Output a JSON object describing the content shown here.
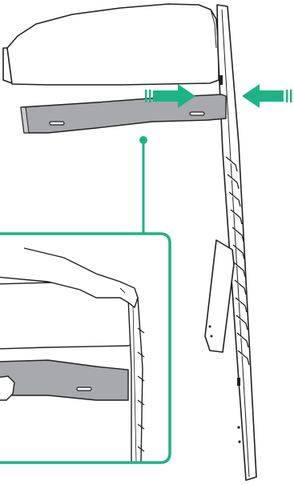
{
  "colors": {
    "accent": "#1db386",
    "outline": "#231f20",
    "part_fill": "#a7a9ac",
    "part_fill_light": "#c9cacc",
    "background": "#ffffff"
  },
  "figure": {
    "text": [],
    "arrows": [
      {
        "name": "push-arrow-right",
        "direction": "right"
      },
      {
        "name": "push-arrow-left",
        "direction": "left"
      }
    ],
    "callout": {
      "style": "rounded-rectangle",
      "connector": "dot-and-line"
    }
  }
}
